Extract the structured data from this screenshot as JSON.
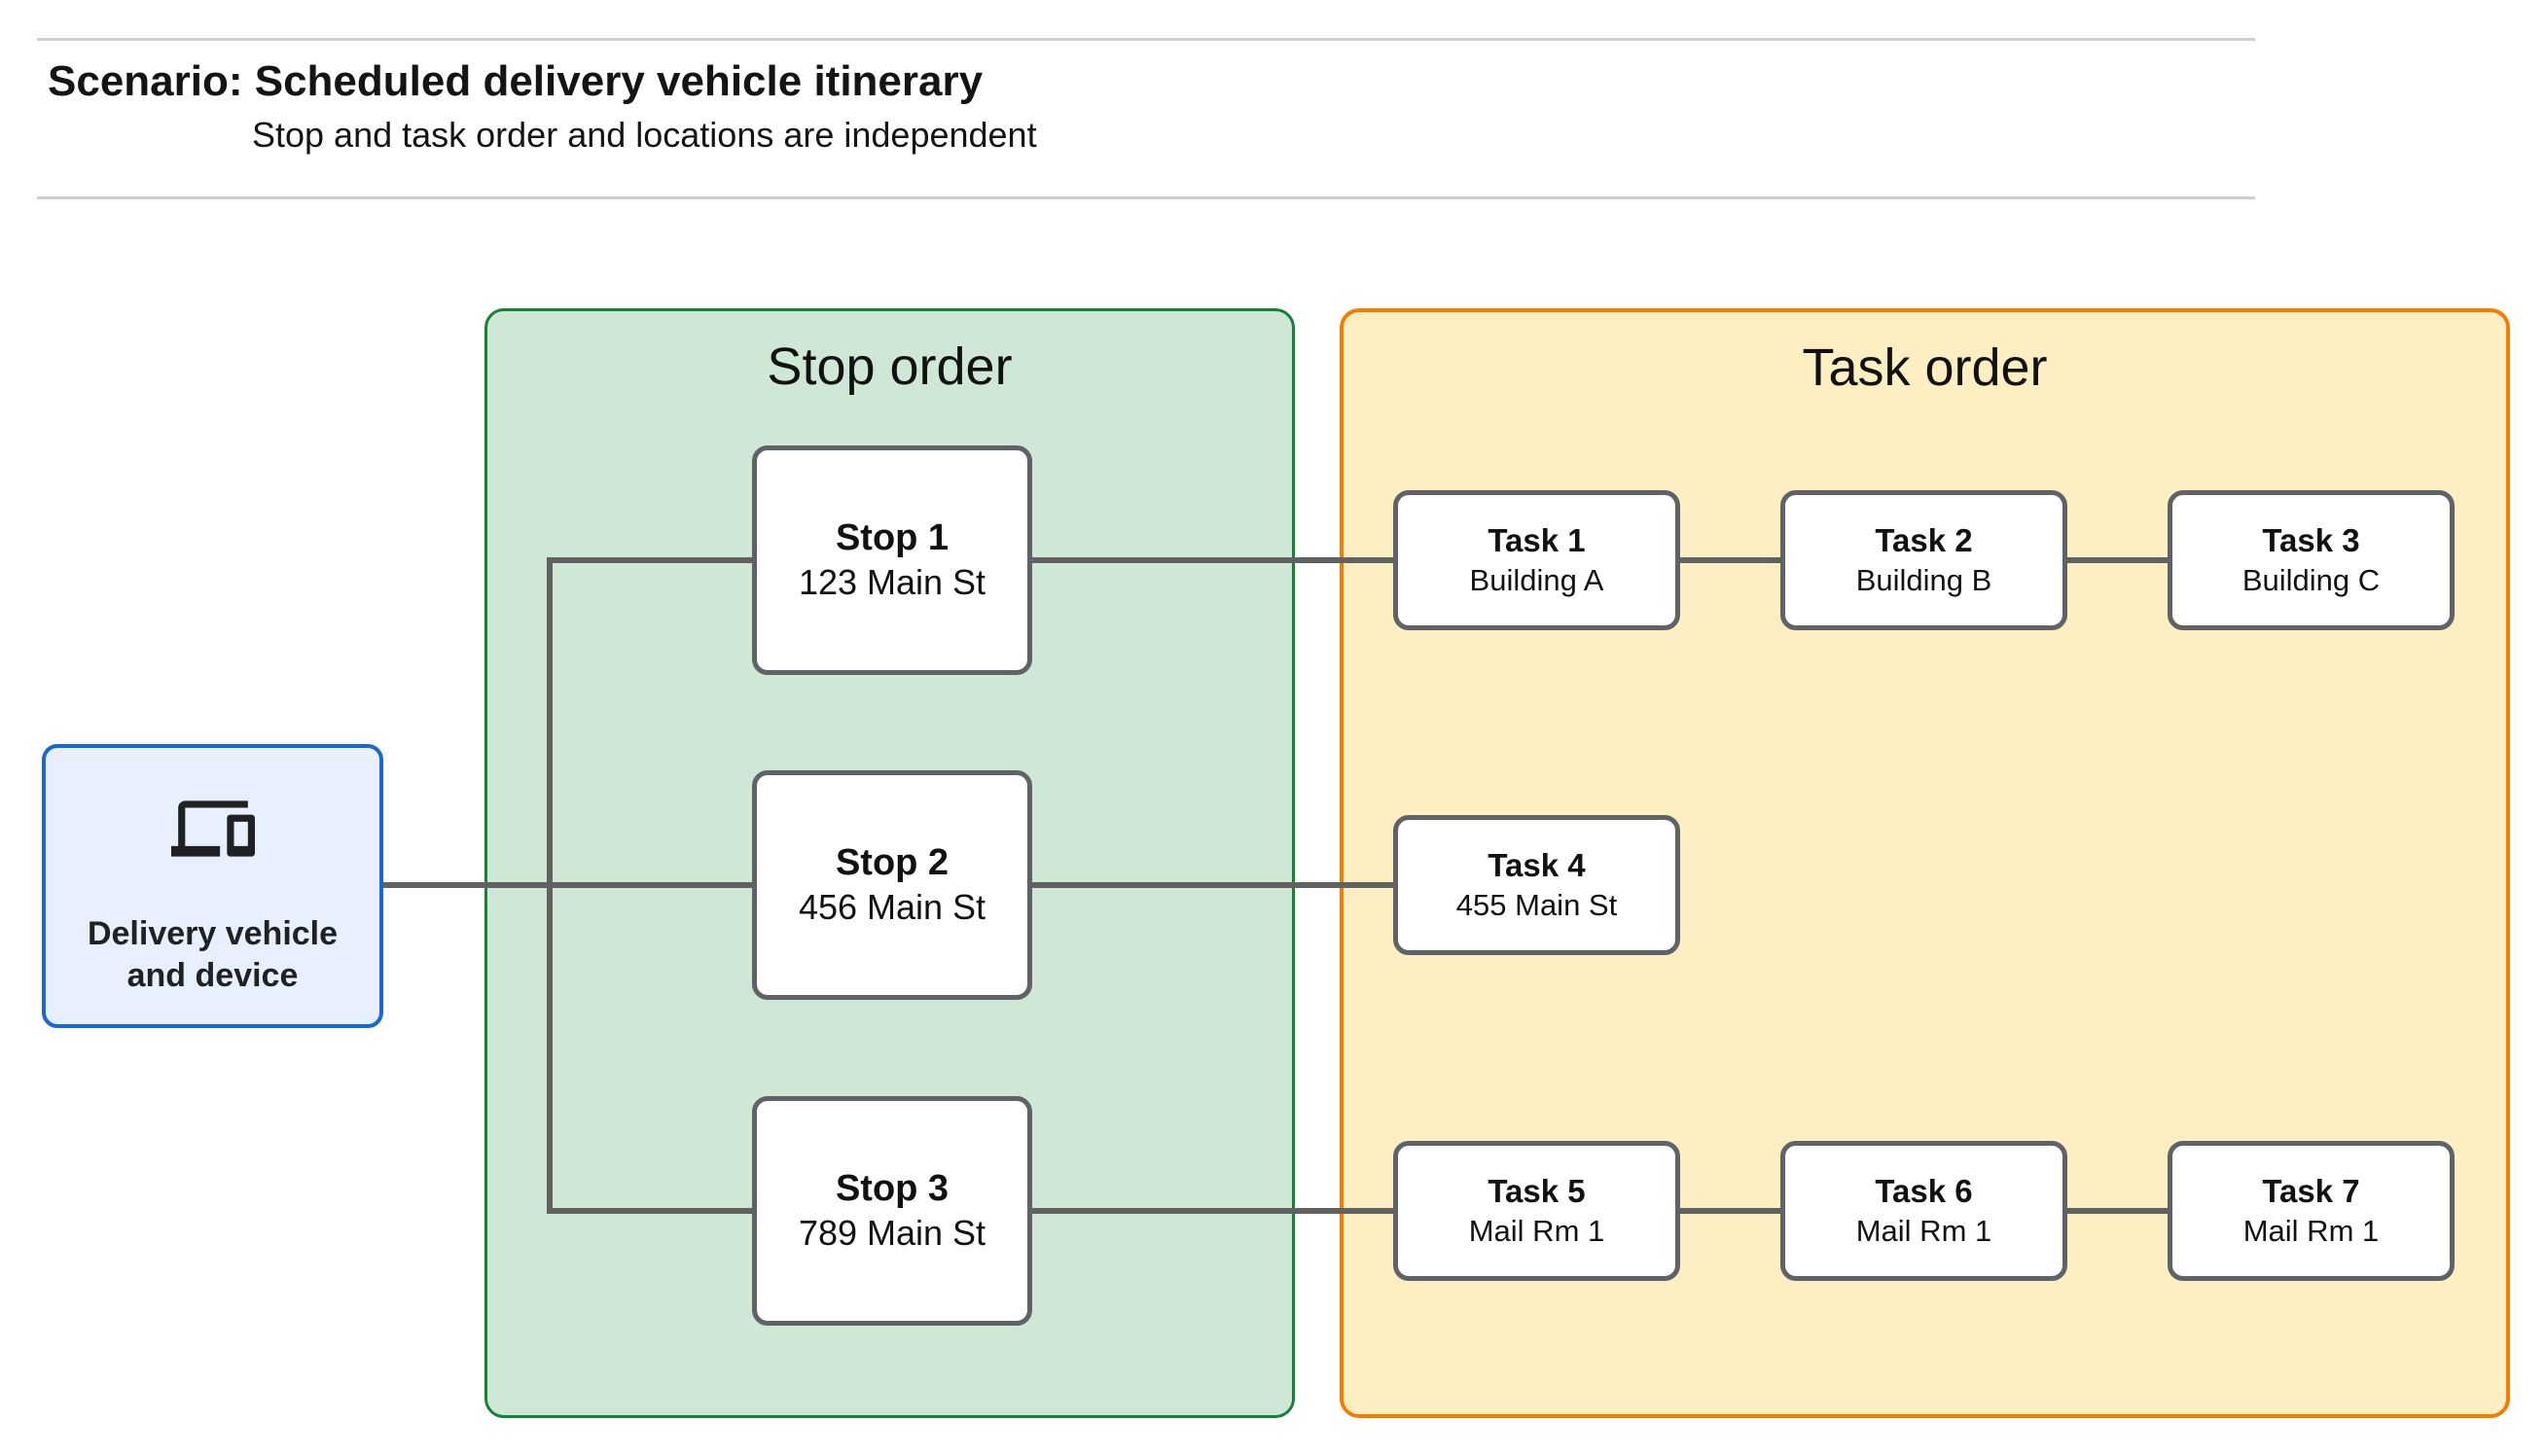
{
  "header": {
    "title": "Scenario: Scheduled delivery vehicle itinerary",
    "subtitle": "Stop and task order and locations are independent"
  },
  "vehicle": {
    "label": "Delivery vehicle and device",
    "icon": "devices-icon"
  },
  "panels": {
    "stop_order": {
      "title": "Stop order"
    },
    "task_order": {
      "title": "Task order"
    }
  },
  "stops": [
    {
      "title": "Stop 1",
      "subtitle": "123 Main St"
    },
    {
      "title": "Stop 2",
      "subtitle": "456 Main St"
    },
    {
      "title": "Stop 3",
      "subtitle": "789 Main St"
    }
  ],
  "tasks": [
    {
      "title": "Task 1",
      "subtitle": "Building A"
    },
    {
      "title": "Task 2",
      "subtitle": "Building B"
    },
    {
      "title": "Task 3",
      "subtitle": "Building C"
    },
    {
      "title": "Task 4",
      "subtitle": "455 Main St"
    },
    {
      "title": "Task 5",
      "subtitle": "Mail Rm 1"
    },
    {
      "title": "Task 6",
      "subtitle": "Mail Rm 1"
    },
    {
      "title": "Task 7",
      "subtitle": "Mail Rm 1"
    }
  ],
  "edges": [
    "vehicle-stop2",
    "branch-vertical",
    "branch-stop1",
    "branch-stop3",
    "stop1-task1",
    "stop2-task4",
    "stop3-task5",
    "task1-task2",
    "task2-task3",
    "task5-task6",
    "task6-task7"
  ],
  "colors": {
    "stop_panel_fill": "#cee8d5",
    "stop_panel_border": "#188038",
    "task_panel_fill": "#feefc3",
    "task_panel_border": "#f57c00",
    "vehicle_fill": "#e8f0fe",
    "vehicle_border": "#1967d2",
    "node_border": "#5f6368",
    "connector": "#616161",
    "hairline": "#cfcfcf",
    "text": "#141414"
  }
}
